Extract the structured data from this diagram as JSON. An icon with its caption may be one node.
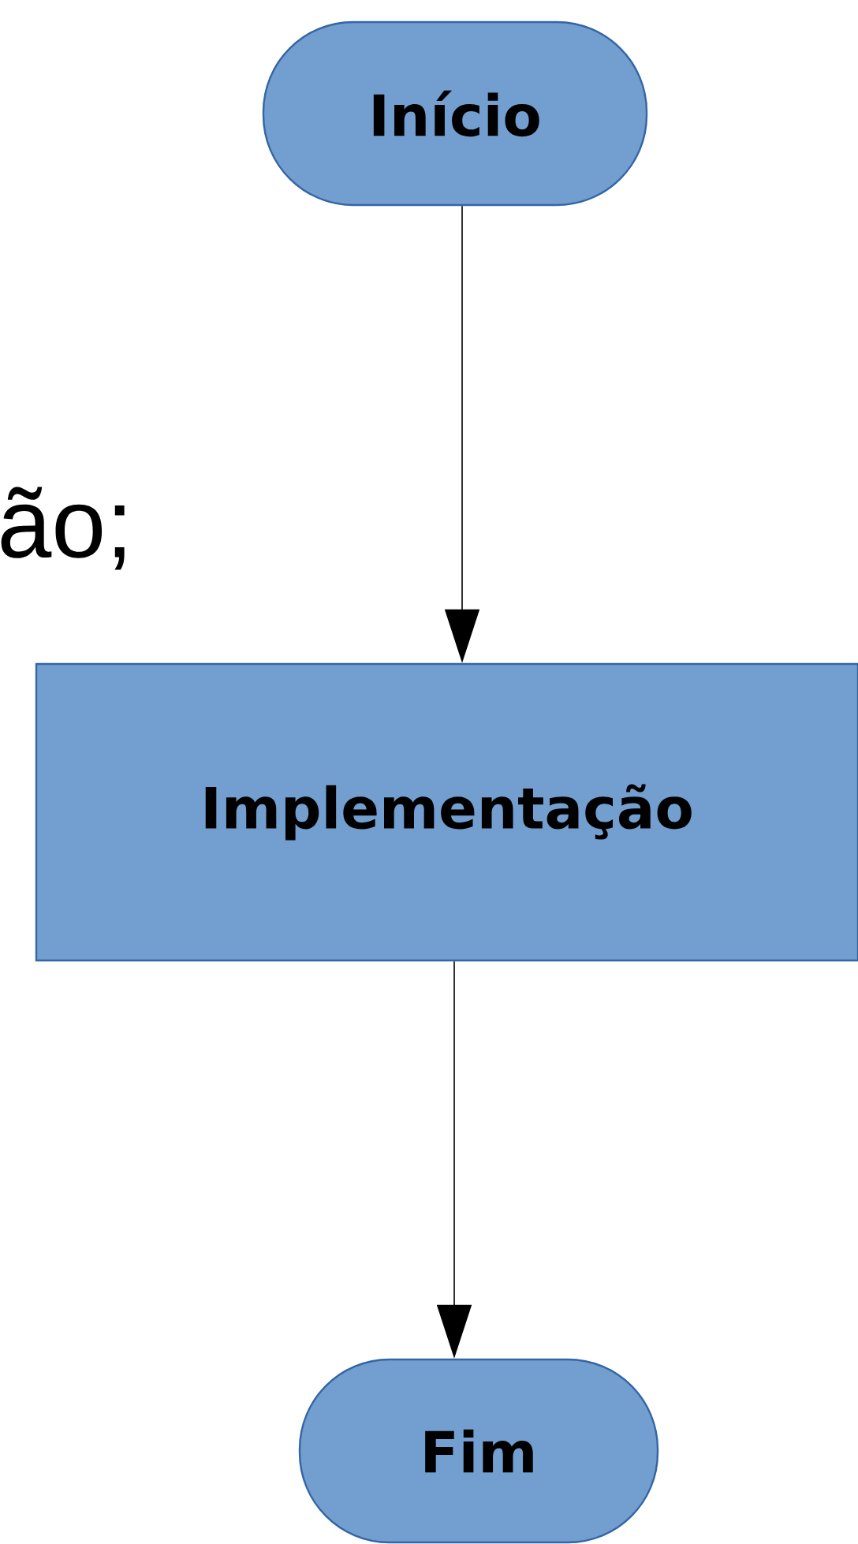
{
  "diagram": {
    "nodes": [
      {
        "text": [
          "Início"
        ]
      },
      {
        "text": [
          "Implementação"
        ]
      },
      {
        "text": [
          "Fim"
        ]
      }
    ],
    "edges": [
      {
        "from": 0,
        "to": 1,
        "arrow": "to"
      },
      {
        "from": 1,
        "to": 2,
        "arrow": "to"
      }
    ],
    "labels": [
      "ão;"
    ]
  }
}
